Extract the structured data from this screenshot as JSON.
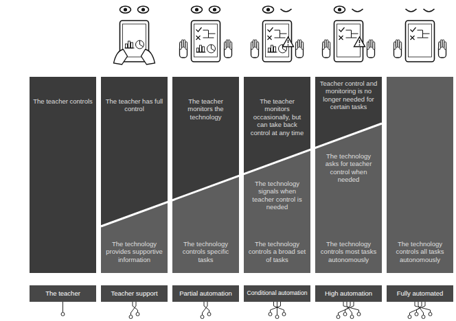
{
  "diagram": {
    "nodes": [
      {
        "text": [
          "The teacher controls"
        ]
      },
      {
        "text": [
          "The teacher has full control",
          "The technology provides supportive information"
        ]
      },
      {
        "text": [
          "The teacher monitors the technology",
          "The technology controls specific tasks"
        ]
      },
      {
        "text": [
          "The teacher monitors occasionally, but can take back control at any time",
          "The technology signals when teacher control is needed",
          "The technology controls a broad set of tasks"
        ]
      },
      {
        "text": [
          "Teacher control and monitoring is no longer needed for certain tasks",
          "The technology asks for teacher control when needed",
          "The technology controls most tasks autonomously"
        ]
      },
      {
        "text": [
          "The technology controls all tasks autonomously"
        ]
      },
      {
        "text": [
          "The teacher"
        ]
      },
      {
        "text": [
          "Teacher support"
        ]
      },
      {
        "text": [
          "Partial automation"
        ]
      },
      {
        "text": [
          "Conditional automation"
        ]
      },
      {
        "text": [
          "High automation"
        ]
      },
      {
        "text": [
          "Fully automated"
        ]
      }
    ]
  }
}
